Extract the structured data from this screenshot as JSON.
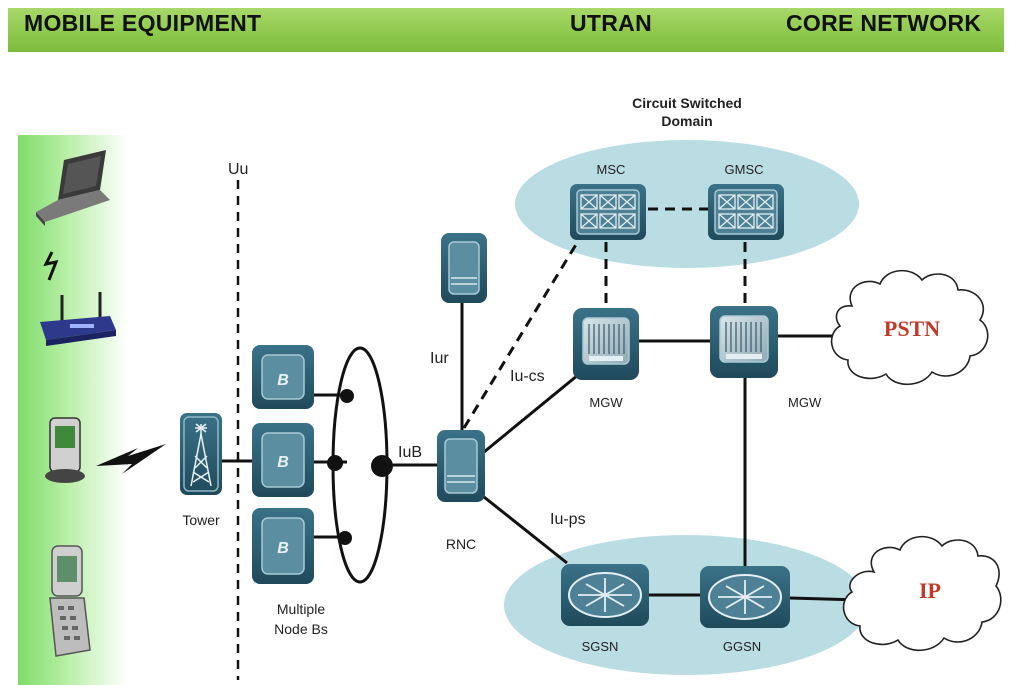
{
  "header": {
    "left": "MOBILE EQUIPMENT",
    "middle": "UTRAN",
    "right": "CORE NETWORK"
  },
  "labels": {
    "uu": "Uu",
    "tower": "Tower",
    "node_b_letter": "B",
    "multiple_node_bs_line1": "Multiple",
    "multiple_node_bs_line2": "Node Bs",
    "iub": "IuB",
    "iur": "Iur",
    "iu_cs": "Iu-cs",
    "iu_ps": "Iu-ps",
    "rnc": "RNC",
    "circuit_domain_line1": "Circuit Switched",
    "circuit_domain_line2": "Domain",
    "msc": "MSC",
    "gmsc": "GMSC",
    "mgw1": "MGW",
    "mgw2": "MGW",
    "sgsn": "SGSN",
    "ggsn": "GGSN",
    "pstn": "PSTN",
    "ip": "IP"
  },
  "icons": [
    "laptop-icon",
    "lightning-icon",
    "router-icon",
    "pda-icon",
    "flip-phone-icon",
    "tower-icon",
    "node-b-icon",
    "rnc-icon",
    "switch-icon",
    "media-gateway-icon",
    "router-node-icon",
    "cloud-icon"
  ],
  "colors": {
    "header_green": "#8cc84b",
    "device_strip_green": "#8fe07a",
    "domain_fill": "#b9dde3",
    "node_fill": "#2a5a6d",
    "cloud_text": "#c0392b"
  }
}
